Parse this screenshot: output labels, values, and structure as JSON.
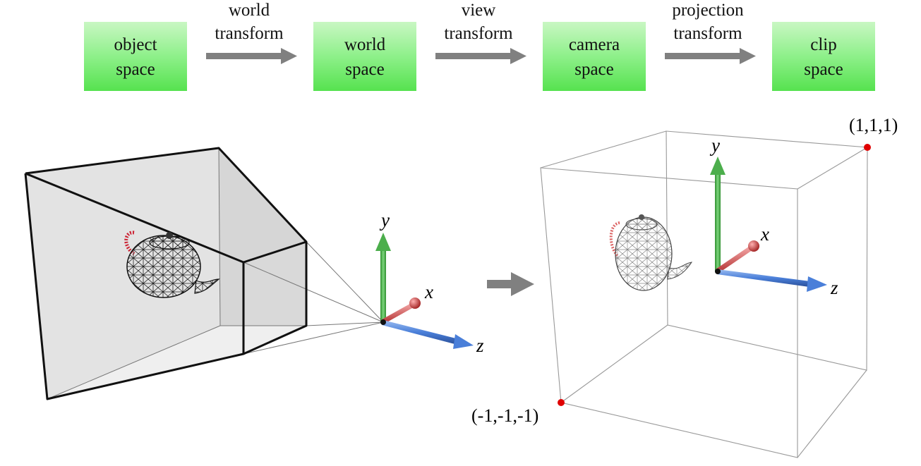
{
  "pipeline": {
    "stages": [
      {
        "line1": "object",
        "line2": "space"
      },
      {
        "line1": "world",
        "line2": "space"
      },
      {
        "line1": "camera",
        "line2": "space"
      },
      {
        "line1": "clip",
        "line2": "space"
      }
    ],
    "transforms": [
      {
        "line1": "world",
        "line2": "transform"
      },
      {
        "line1": "view",
        "line2": "transform"
      },
      {
        "line1": "projection",
        "line2": "transform"
      }
    ]
  },
  "camera_axes": {
    "x": "x",
    "y": "y",
    "z": "z"
  },
  "clip_axes": {
    "x": "x",
    "y": "y",
    "z": "z"
  },
  "clip_corners": {
    "max": "(1,1,1)",
    "min": "(-1,-1,-1)"
  },
  "colors": {
    "box_green": "#56e24f",
    "arrow_gray": "#808080",
    "axis_x": "#d9534f",
    "axis_y": "#4cae4c",
    "axis_z": "#4a7fd9",
    "corner_point": "#e00000",
    "frustum_fill": "#e3e3e3"
  }
}
